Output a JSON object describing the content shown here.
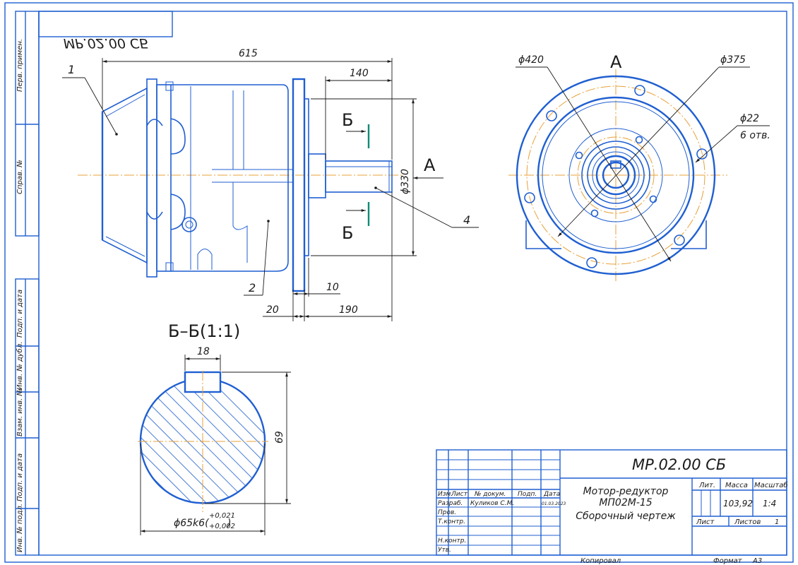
{
  "designation": "МР.02.00 СБ",
  "designation_mirrored": "МР.02.00 СБ",
  "side_strip": {
    "perv_primen": "Перв. примен.",
    "sprav_no": "Справ. №",
    "podp_data_1": "Подп. и дата",
    "inv_dubl": "Инв. № дубл.",
    "vzam_inv": "Взам. инв. №",
    "podp_data_2": "Подп. и дата",
    "inv_podl": "Инв. № подл."
  },
  "side_view": {
    "dims": {
      "overall_length": "615",
      "shaft_140": "140",
      "dia_330": "ϕ330",
      "dim_20": "20",
      "dim_10": "10",
      "dim_190": "190"
    },
    "leaders": {
      "p1": "1",
      "p2": "2",
      "p4": "4"
    },
    "section_mark_top": "Б",
    "section_mark_bottom": "Б",
    "view_arrow": "А"
  },
  "front_view": {
    "view_label": "А",
    "dia_420": "ϕ420",
    "dia_375": "ϕ375",
    "dia_22": "ϕ22",
    "holes": "6 отв."
  },
  "section": {
    "title": "Б–Б(1:1)",
    "key_width": "18",
    "height": "69",
    "fit": "ϕ65k6(",
    "tol_upper": "+0,021",
    "tol_lower": "+0,002",
    "fit_close": ")"
  },
  "title_block": {
    "code": "МР.02.00 СБ",
    "name_line1": "Мотор-редуктор",
    "name_line2": "МП02М-15",
    "name_line3": "Сборочный чертеж",
    "col_izm": "Изм.",
    "col_list": "Лист",
    "col_doc": "№ докум.",
    "col_podp": "Подп.",
    "col_date": "Дата",
    "razrab_label": "Разраб.",
    "razrab_name": "Куликов С.М.",
    "razrab_date": "01.03.2023",
    "prov_label": "Пров.",
    "tkontr_label": "Т.контр.",
    "nkontr_label": "Н.контр.",
    "utv_label": "Утв.",
    "lit_label": "Лит.",
    "mass_label": "Масса",
    "scale_label": "Масштаб",
    "mass_value": "103,92",
    "scale_value": "1:4",
    "sheet_label": "Лист",
    "sheets_label": "Листов",
    "sheets_value": "1",
    "kopiroval": "Копировал",
    "format_label": "Формат",
    "format_value": "А3"
  },
  "colors": {
    "line": "#1f5fd1",
    "axis": "#e8a13a",
    "section_mark": "#0f8a7a",
    "text": "#1b1b1b"
  }
}
